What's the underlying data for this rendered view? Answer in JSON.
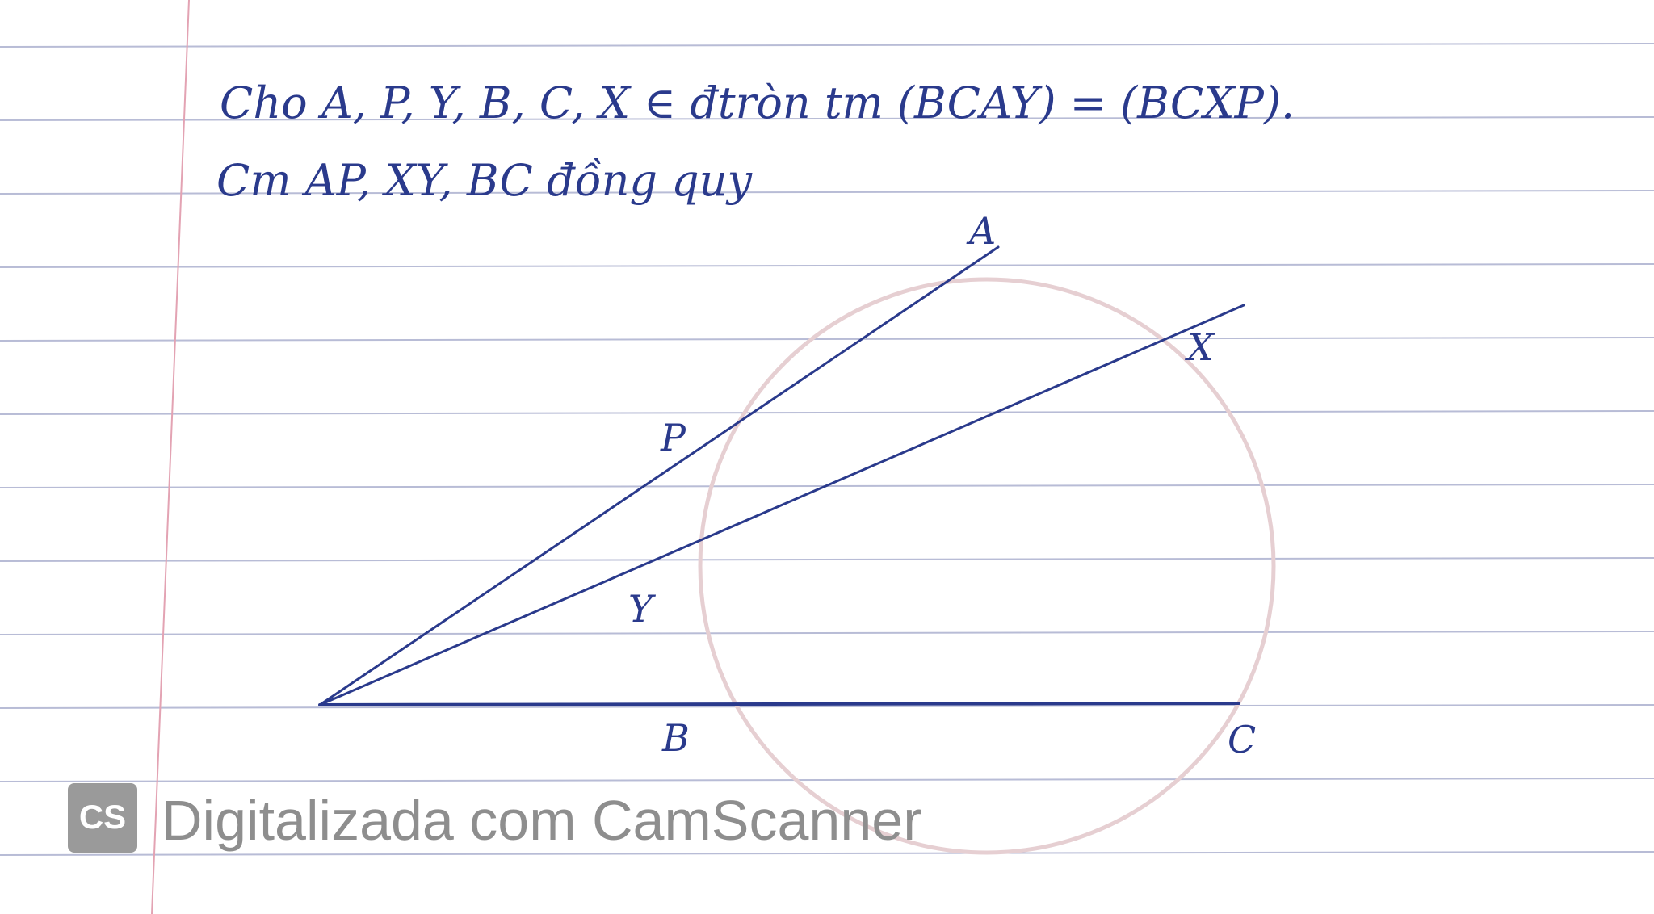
{
  "problem": {
    "line1": "Cho A, P, Y, B, C, X ∈ đtròn tm (BCAY) = (BCXP).",
    "line2": "Cm AP, XY, BC đồng quy"
  },
  "figure": {
    "points": {
      "A": "A",
      "P": "P",
      "Y": "Y",
      "B": "B",
      "C": "C",
      "X": "X"
    }
  },
  "watermark": {
    "logo": "CS",
    "text": "Digitalizada com CamScanner"
  },
  "colors": {
    "ink": "#2a3a8c",
    "ruled_line": "#b8bcd6",
    "margin_line": "#e3a3b3",
    "circle": "#e6cfd2",
    "watermark": "#8e8e8e"
  }
}
